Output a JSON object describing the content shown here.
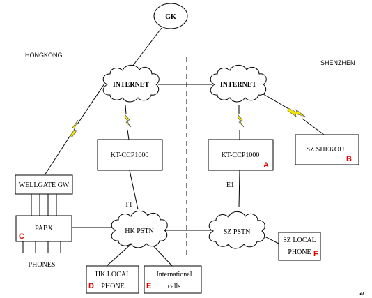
{
  "regions": {
    "left": "HONGKONG",
    "right": "SHENZHEN"
  },
  "gk": {
    "label": "GK"
  },
  "internet": {
    "left": "INTERNET",
    "right": "INTERNET"
  },
  "gateways": {
    "hk": "KT-CCP1000",
    "sz": "KT-CCP1000"
  },
  "wellgate": {
    "label": "WELLGATE GW"
  },
  "pabx": {
    "label": "PABX",
    "marker": "C"
  },
  "phones": {
    "label": "PHONES"
  },
  "sz_shekou": {
    "label": "SZ SHEKOU",
    "marker": "B"
  },
  "sz_gw_marker": "A",
  "hk_pstn": {
    "label": "HK PSTN"
  },
  "sz_pstn": {
    "label": "SZ PSTN"
  },
  "links": {
    "t1": "T1",
    "e1": "E1"
  },
  "hk_local": {
    "line1": "HK LOCAL",
    "line2": "PHONE",
    "marker": "D"
  },
  "international": {
    "line1": "International",
    "line2": "calls",
    "marker": "E"
  },
  "sz_local": {
    "line1": "SZ LOCAL",
    "line2": "PHONE",
    "marker": "F"
  },
  "footer_mark": "↵",
  "colors": {
    "lightning": "#f2e600",
    "lightning_stroke": "#000000",
    "marker": "#e00000"
  }
}
